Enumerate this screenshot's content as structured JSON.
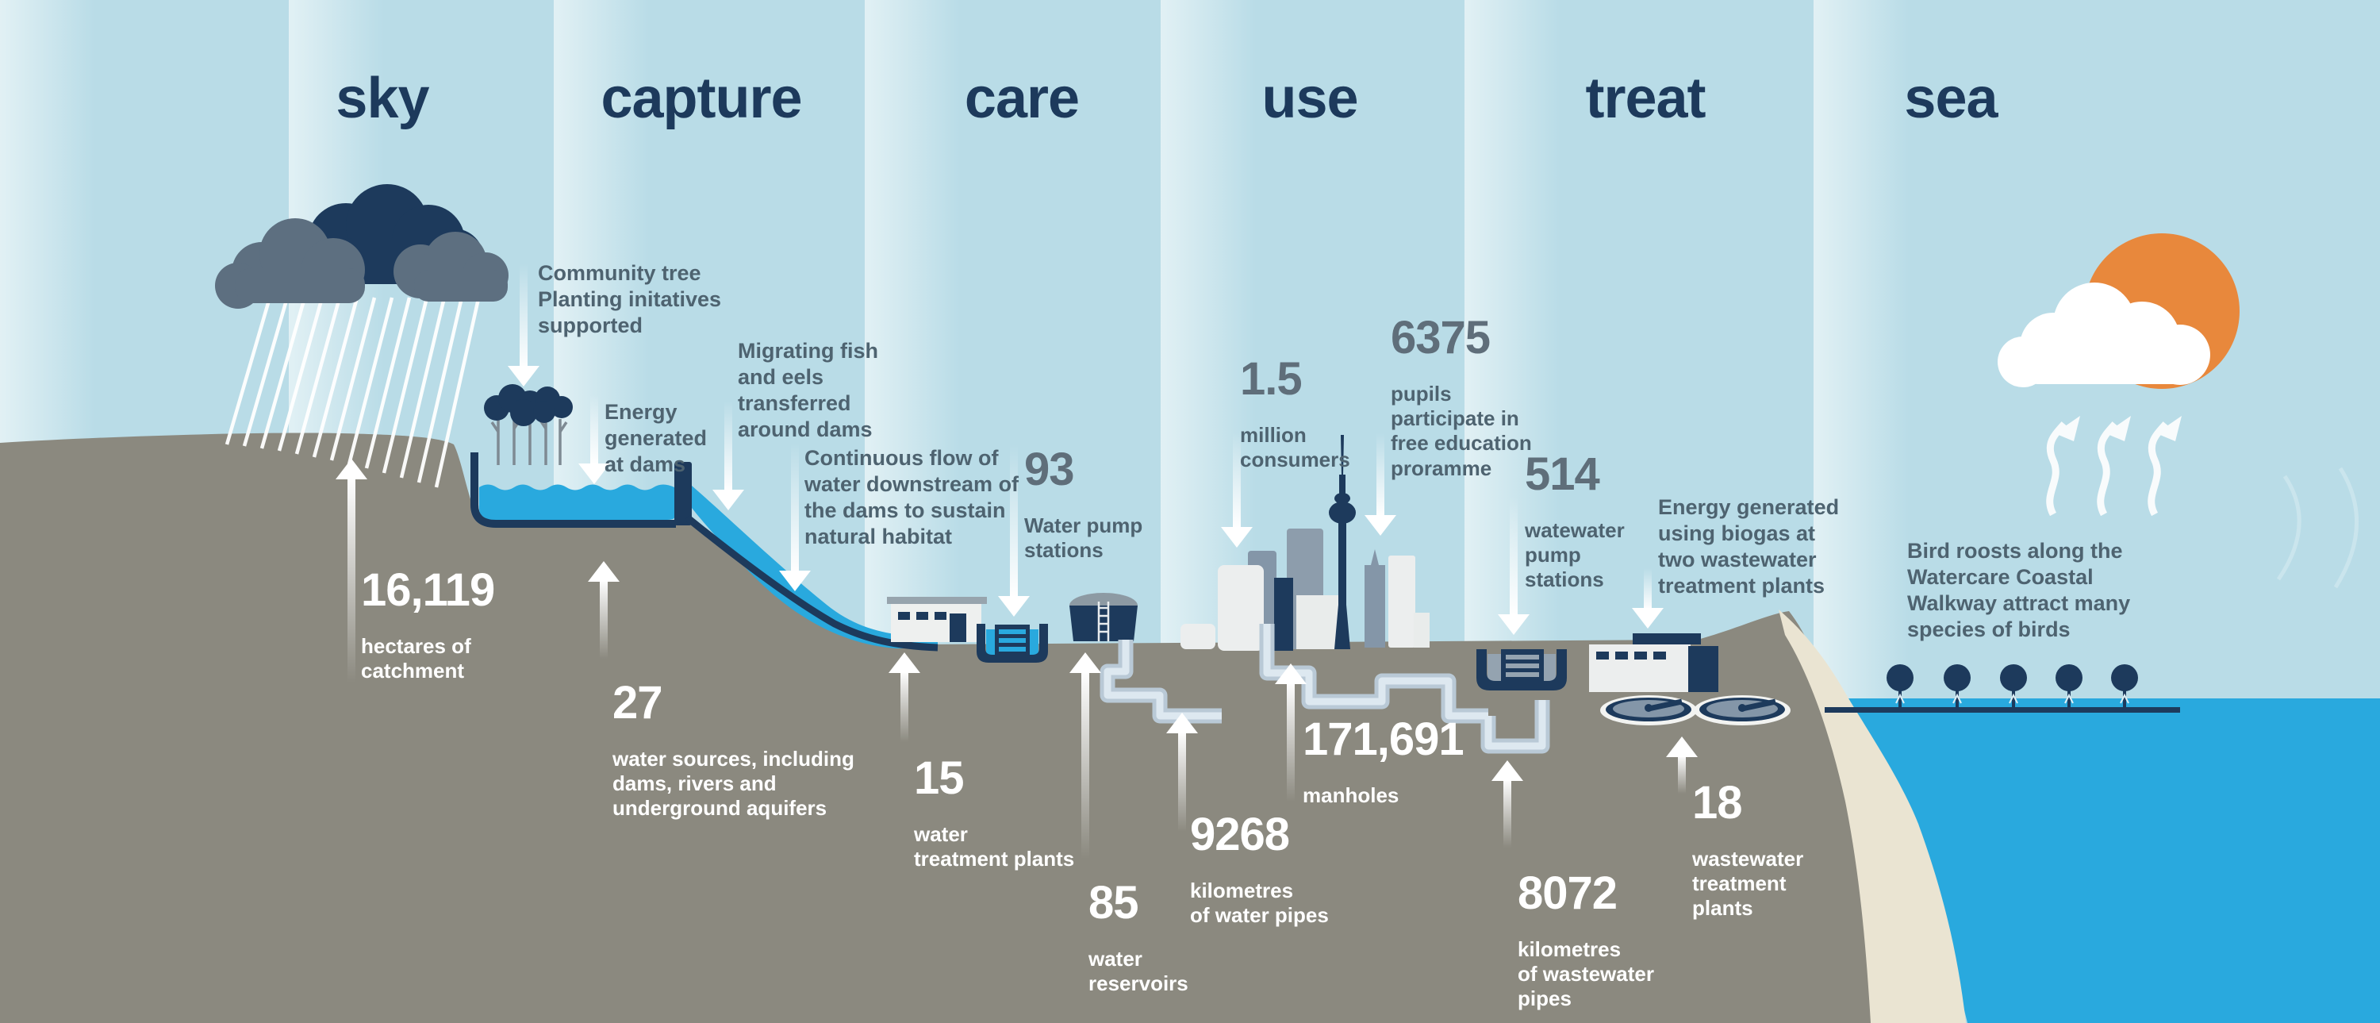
{
  "title": "Watercare water cycle infographic",
  "sections": [
    {
      "label": "sky"
    },
    {
      "label": "capture"
    },
    {
      "label": "care"
    },
    {
      "label": "use"
    },
    {
      "label": "treat"
    },
    {
      "label": "sea"
    }
  ],
  "stats": {
    "catchment": {
      "value": "16,119",
      "label": "hectares of\ncatchment"
    },
    "water_sources": {
      "value": "27",
      "label": "water sources, including\ndams, rivers and\nunderground aquifers"
    },
    "water_pump_stations": {
      "value": "93",
      "label": "Water pump\nstations"
    },
    "water_treatment_plants": {
      "value": "15",
      "label": "water\ntreatment plants"
    },
    "water_reservoirs": {
      "value": "85",
      "label": "water\nreservoirs"
    },
    "consumers": {
      "value": "1.5",
      "label": "million\nconsumers"
    },
    "pupils": {
      "value": "6375",
      "label": "pupils\nparticipate in\nfree education\nproramme"
    },
    "manholes": {
      "value": "171,691",
      "label": "manholes"
    },
    "water_pipes": {
      "value": "9268",
      "label": "kilometres\nof water pipes"
    },
    "wastewater_pump_stations": {
      "value": "514",
      "label": "watewater\npump\nstations"
    },
    "wastewater_treatment_plants": {
      "value": "18",
      "label": "wastewater\ntreatment\nplants"
    },
    "wastewater_pipes": {
      "value": "8072",
      "label": "kilometres\nof wastewater\npipes"
    }
  },
  "notes": {
    "community_tree": "Community tree\nPlanting initatives\nsupported",
    "energy_dams": "Energy\ngenerated\nat dams",
    "migrating_fish": "Migrating fish\nand eels\ntransferred\naround dams",
    "continuous_flow": "Continuous flow of\nwater downstream of\nthe dams to sustain\nnatural habitat",
    "biogas": "Energy generated\nusing biogas at\ntwo wastewater\ntreatment plants",
    "bird_roosts": "Bird roosts along the\nWatercare Coastal\nWalkway attract many\nspecies of birds"
  },
  "colors": {
    "sky": "#b9dce7",
    "band_highlight": "#e6f3f6",
    "navy": "#1d3a5c",
    "ground": "#8b897f",
    "water": "#29a9de",
    "sun": "#e8883c",
    "cloud_gray": "#5d6f80",
    "building_gray": "#8496a8",
    "building_light": "#eceeee",
    "beach": "#eae4d2",
    "pipe": "#cdd9e4",
    "slate_text": "#4e6370",
    "number_gray": "#5f6e7a",
    "white": "#ffffff"
  },
  "icons": [
    "rain-cloud-icon",
    "planted-trees-icon",
    "dam-reservoir-icon",
    "water-treatment-plant-icon",
    "water-pump-station-icon",
    "water-reservoir-tank-icon",
    "city-skyline-icon",
    "sky-tower-icon",
    "underground-pipes-icon",
    "wastewater-pump-station-icon",
    "wastewater-treatment-plant-icon",
    "clarifier-tanks-icon",
    "coastal-walkway-icon",
    "bird-roost-trees-icon",
    "sun-icon",
    "evaporation-arrows-icon"
  ]
}
